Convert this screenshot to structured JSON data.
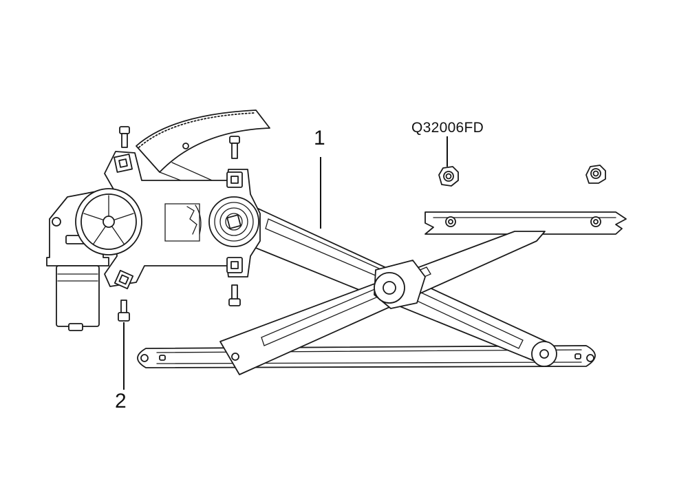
{
  "callouts": {
    "item_1": "1",
    "item_2": "2",
    "part_code": "Q32006FD"
  },
  "colors": {
    "line": "#1a1a1a",
    "background": "#ffffff"
  }
}
